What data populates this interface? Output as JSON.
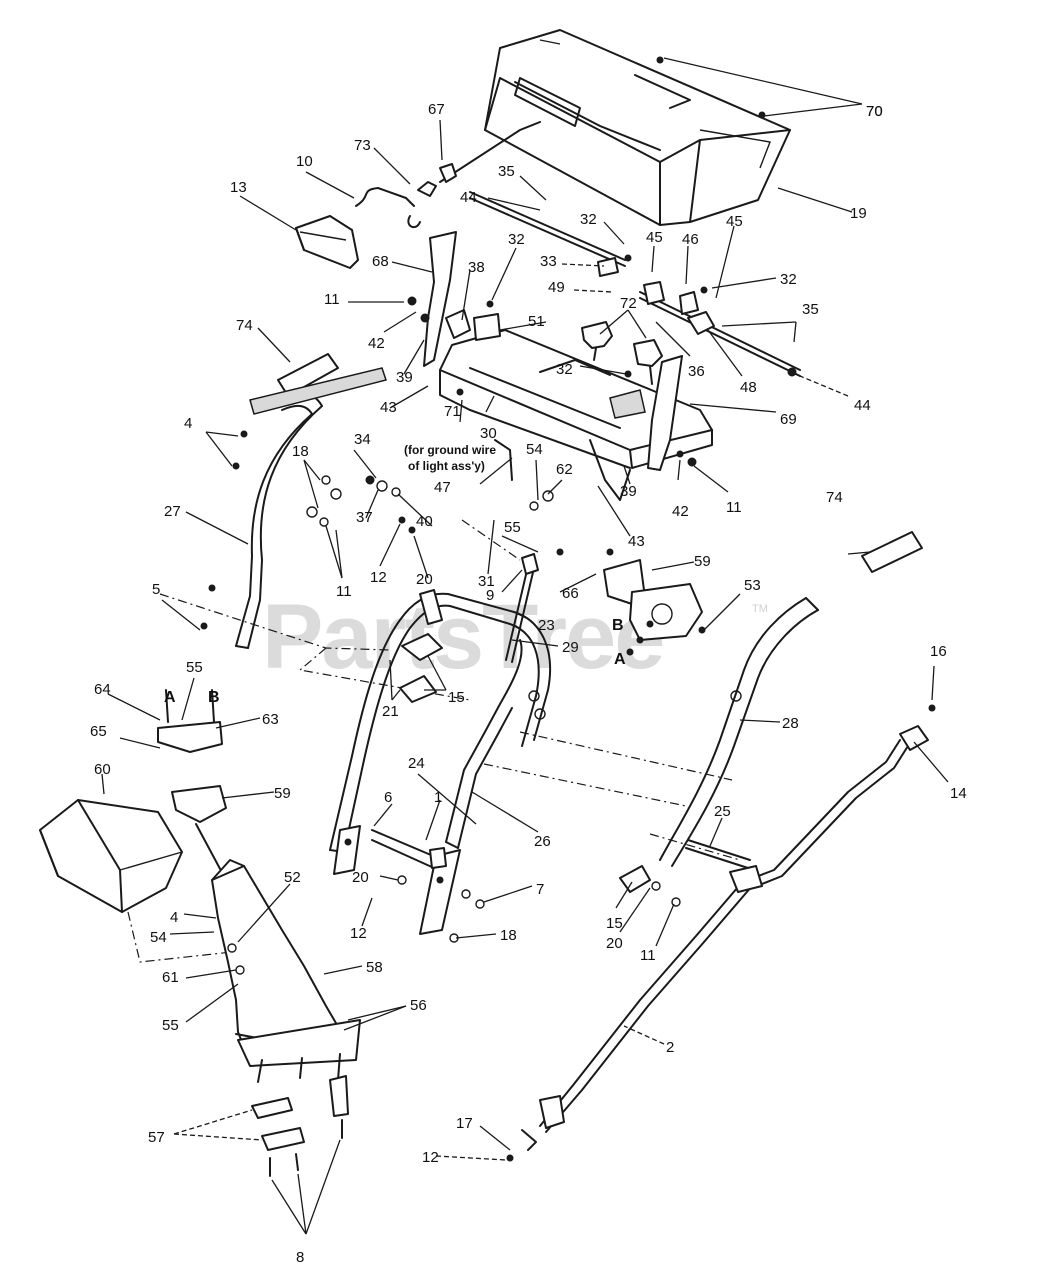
{
  "watermark": {
    "text": "PartsTree",
    "trademark": "TM"
  },
  "annotation": {
    "line1": "(for ground wire",
    "line2": "of light ass'y)"
  },
  "connection_letters": {
    "a": "A",
    "b": "B"
  },
  "callouts": [
    "70",
    "70",
    "67",
    "73",
    "10",
    "13",
    "35",
    "44",
    "19",
    "32",
    "32",
    "33",
    "45",
    "46",
    "45",
    "32",
    "68",
    "38",
    "49",
    "11",
    "42",
    "51",
    "72",
    "35",
    "36",
    "48",
    "44",
    "74",
    "39",
    "43",
    "32",
    "30",
    "69",
    "71",
    "4",
    "18",
    "34",
    "47",
    "54",
    "62",
    "39",
    "42",
    "11",
    "27",
    "37",
    "40",
    "11",
    "12",
    "20",
    "31",
    "55",
    "43",
    "59",
    "5",
    "9",
    "66",
    "23",
    "74",
    "53",
    "29",
    "55",
    "64",
    "63",
    "21",
    "15",
    "28",
    "16",
    "65",
    "60",
    "59",
    "24",
    "14",
    "1",
    "6",
    "26",
    "25",
    "52",
    "20",
    "7",
    "15",
    "20",
    "11",
    "4",
    "54",
    "12",
    "18",
    "61",
    "58",
    "55",
    "56",
    "2",
    "57",
    "17",
    "12",
    "8"
  ]
}
